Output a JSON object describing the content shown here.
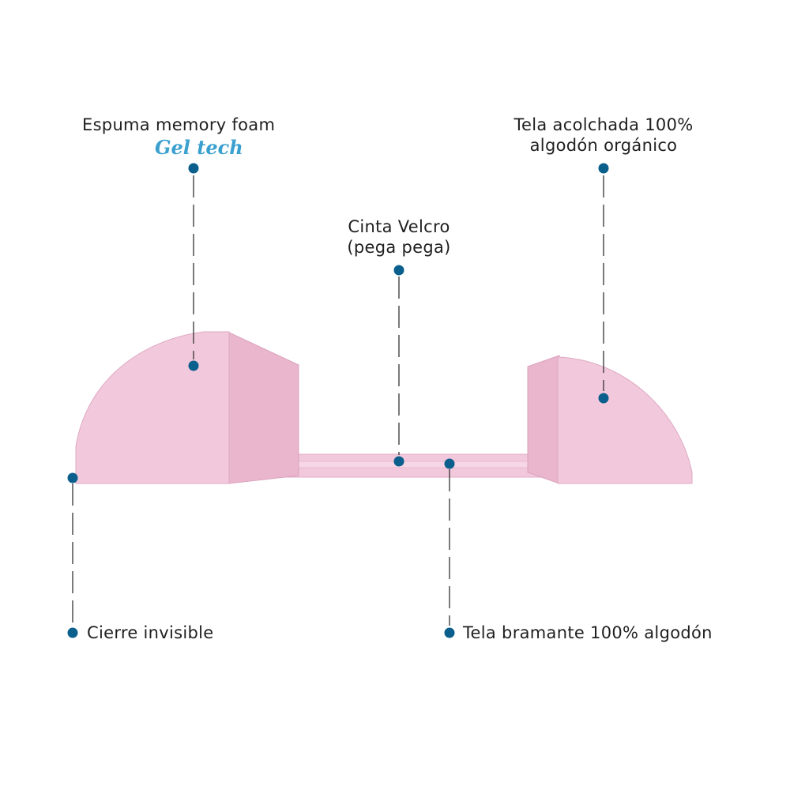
{
  "colors": {
    "accent": "#0b5f8c",
    "gel_tech": "#3aa0cf",
    "pillow": "#f2c9dc",
    "pillow_shade": "#e9b6cd",
    "text": "#1f1f1f",
    "leader_line": "#333333"
  },
  "callouts": {
    "foam": {
      "title": "Espuma memory foam",
      "brand": "Gel tech"
    },
    "fabric_quilted": {
      "line1": "Tela acolchada 100%",
      "line2": "algodón orgánico"
    },
    "velcro": {
      "line1": "Cinta Velcro",
      "line2": "(pega pega)"
    },
    "zipper": {
      "text": "Cierre invisible"
    },
    "twill": {
      "text": "Tela bramante 100% algodón"
    }
  }
}
